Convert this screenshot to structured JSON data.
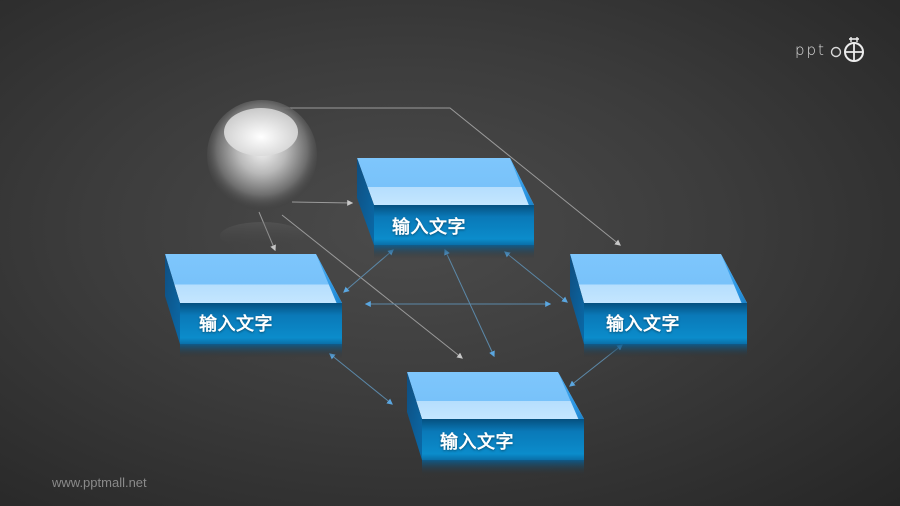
{
  "diagram": {
    "type": "3d-box-network",
    "theme": {
      "background": "#3a3a3a",
      "box_top_light": "#bfe3ff",
      "box_top": "#7cc5fb",
      "box_side": "#1d6fb0",
      "box_front": "#0a82c4",
      "box_front_dark": "#075d95",
      "arrow_blue": "#5aa6e0",
      "arrow_gray": "#a9a9a9"
    },
    "sphere": {
      "label": ""
    },
    "boxes": [
      {
        "id": "top",
        "label": "输入文字"
      },
      {
        "id": "left",
        "label": "输入文字"
      },
      {
        "id": "right",
        "label": "输入文字"
      },
      {
        "id": "bottom",
        "label": "输入文字"
      }
    ],
    "connections": [
      {
        "from": "sphere",
        "to": "top",
        "style": "gray-arrow"
      },
      {
        "from": "sphere",
        "to": "left",
        "style": "gray-arrow"
      },
      {
        "from": "sphere",
        "to": "bottom",
        "style": "gray-arrow"
      },
      {
        "from": "sphere",
        "to": "right",
        "style": "gray-arrow"
      },
      {
        "from": "top",
        "to": "left",
        "style": "blue-double-arrow"
      },
      {
        "from": "top",
        "to": "right",
        "style": "blue-double-arrow"
      },
      {
        "from": "top",
        "to": "bottom",
        "style": "blue-double-arrow"
      },
      {
        "from": "left",
        "to": "right",
        "style": "blue-double-arrow"
      },
      {
        "from": "left",
        "to": "bottom",
        "style": "blue-double-arrow"
      },
      {
        "from": "right",
        "to": "bottom",
        "style": "blue-double-arrow"
      }
    ]
  },
  "brand": {
    "text": "PPT",
    "icon": "ppt-logo-icon"
  },
  "footer": {
    "url": "www.pptmall.net"
  }
}
